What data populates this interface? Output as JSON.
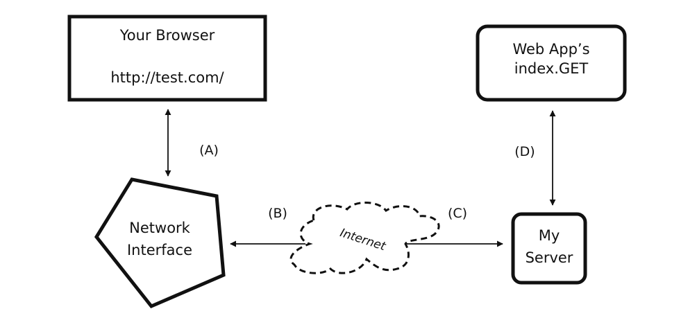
{
  "nodes": {
    "browser": {
      "title": "Your Browser",
      "url": "http://test.com/"
    },
    "webapp": {
      "line1": "Web App’s",
      "line2": "index.GET"
    },
    "network": {
      "line1": "Network",
      "line2": "Interface"
    },
    "server": {
      "line1": "My",
      "line2": "Server"
    },
    "internet": {
      "label": "Internet"
    }
  },
  "edges": {
    "a": "(A)",
    "b": "(B)",
    "c": "(C)",
    "d": "(D)"
  }
}
